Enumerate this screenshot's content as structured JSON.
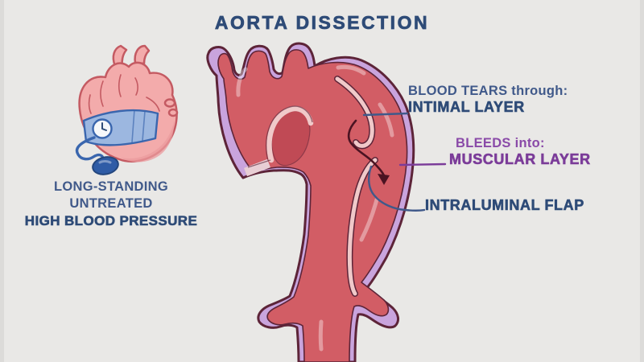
{
  "title": "AORTA DISSECTION",
  "left_caption": {
    "lines": [
      "LONG-STANDING",
      "UNTREATED",
      "HIGH BLOOD PRESSURE"
    ]
  },
  "annotations": {
    "blood_tears": {
      "heading": "BLOOD TEARS through:",
      "label": "INTIMAL LAYER"
    },
    "bleeds": {
      "heading": "BLEEDS into:",
      "label": "MUSCULAR LAYER"
    },
    "flap": {
      "label": "INTRALUMINAL FLAP"
    }
  },
  "icons": [
    "heart-with-blood-pressure-cuff-icon",
    "aorta-dissection-illustration",
    "blood-flow-arrow-icon"
  ],
  "colors": {
    "background": "#e9e8e6",
    "pillar": "#dcdbd9",
    "navy": "#2e4b77",
    "navy_light": "#40598a",
    "purple": "#7b3c99",
    "purple_light": "#8a4aa8",
    "lavender": "#c9a4dd",
    "outline": "#5d2438",
    "lumen": "#d25d65",
    "lumen_dark": "#c04a55",
    "lining": "#f0c9c9",
    "cut_band": "#e8ced4",
    "arrow": "#4b1322",
    "heart_pink": "#f3abab",
    "heart_outline": "#c45a62",
    "heart_shade": "#eb9b9e",
    "cuff_blue": "#9cb7e0",
    "cuff_dark": "#3a66ae",
    "cuff_darker": "#24477e",
    "bulb_blue": "#2f5ca6",
    "gauge_face": "#f5f7fa"
  }
}
